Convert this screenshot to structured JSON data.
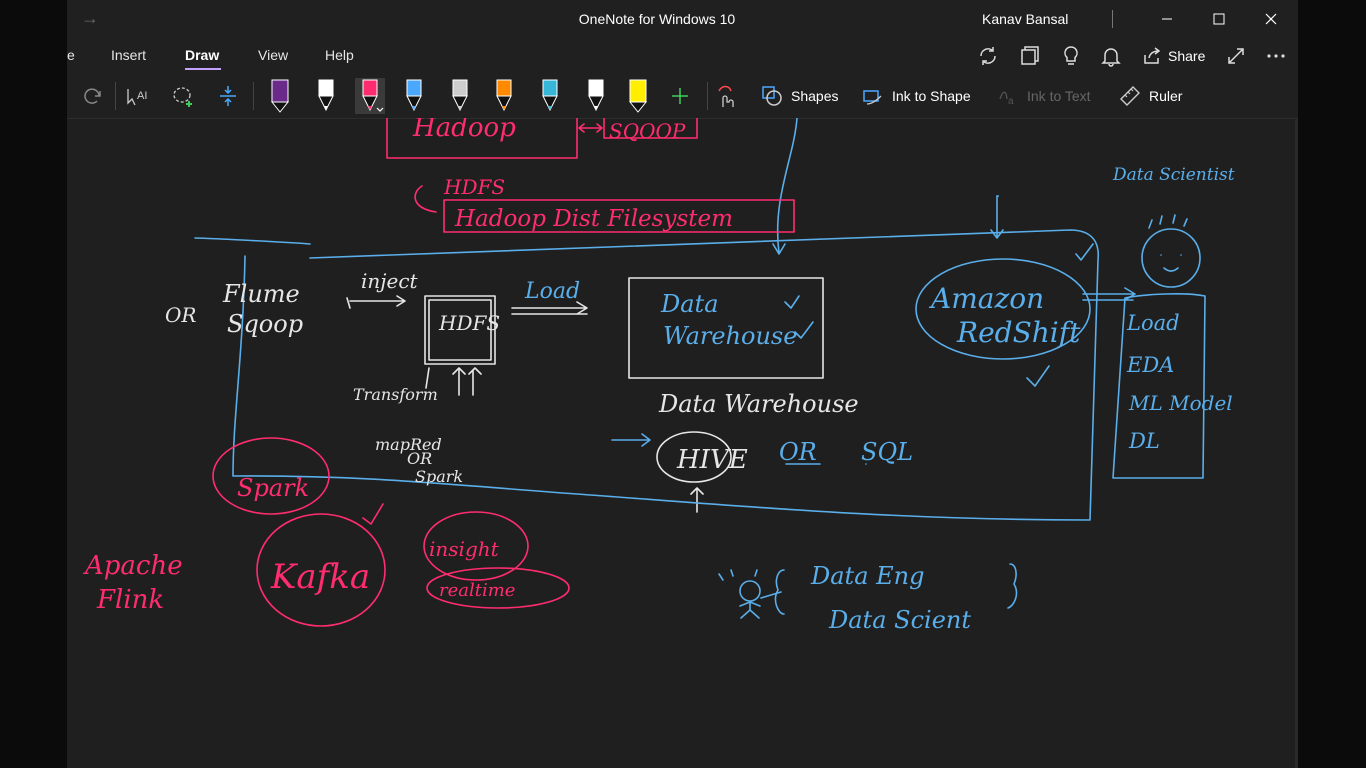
{
  "window": {
    "title": "OneNote for Windows 10",
    "user": "Kanav Bansal"
  },
  "ribbon": {
    "tabs": [
      {
        "label": "e"
      },
      {
        "label": "Insert"
      },
      {
        "label": "Draw"
      },
      {
        "label": "View"
      },
      {
        "label": "Help"
      }
    ],
    "active_tab": "Draw",
    "share_label": "Share"
  },
  "toolbar": {
    "shapes_label": "Shapes",
    "ink_to_shape_label": "Ink to Shape",
    "ink_to_text_label": "Ink to Text",
    "ruler_label": "Ruler",
    "pens": [
      {
        "name": "highlighter-purple",
        "color": "#6a2a8a"
      },
      {
        "name": "pen-white",
        "color": "#ffffff"
      },
      {
        "name": "pen-pink",
        "color": "#ff2d6f"
      },
      {
        "name": "pen-blue",
        "color": "#4aa8ff"
      },
      {
        "name": "pen-galaxy",
        "color": "#cccccc"
      },
      {
        "name": "pen-rainbow",
        "color": "#ff8a00"
      },
      {
        "name": "pen-ocean",
        "color": "#38b6d9"
      },
      {
        "name": "pen-black",
        "color": "#ffffff"
      },
      {
        "name": "highlighter-yellow",
        "color": "#ffee00"
      }
    ]
  },
  "colors": {
    "ink_white": "#e6e6e6",
    "ink_blue": "#5aaeea",
    "ink_pink": "#ff2d6f",
    "app_bg": "#1f1f1f",
    "chrome_bg": "#202020"
  },
  "notes": {
    "hadoop": "Hadoop",
    "sqoop": "SQOOP",
    "hdfs": "HDFS",
    "hdfs_full": "Hadoop Dist Filesystem",
    "or_left": "OR",
    "flume": "Flume",
    "sqoop2": "Sqoop",
    "inject": "inject",
    "hdfs_box": "HDFS",
    "load1": "Load",
    "data_warehouse_box_1": "Data",
    "data_warehouse_box_2": "Warehouse",
    "amazon": "Amazon",
    "redshift": "RedShift",
    "data_scientist": "Data Scientist",
    "ds_list": [
      "Load",
      "EDA",
      "ML Model",
      "DL"
    ],
    "transform": "Transform",
    "mapred": "mapRed",
    "or_mid": "OR",
    "spark_small": "Spark",
    "dw_label": "Data Warehouse",
    "hive": "HIVE",
    "or_hive": "OR",
    "sql": "SQL",
    "spark": "Spark",
    "kafka": "Kafka",
    "insight": "insight",
    "realtime": "realtime",
    "apache": "Apache",
    "flink": "Flink",
    "data_eng": "Data Eng",
    "data_scient": "Data Scient"
  }
}
